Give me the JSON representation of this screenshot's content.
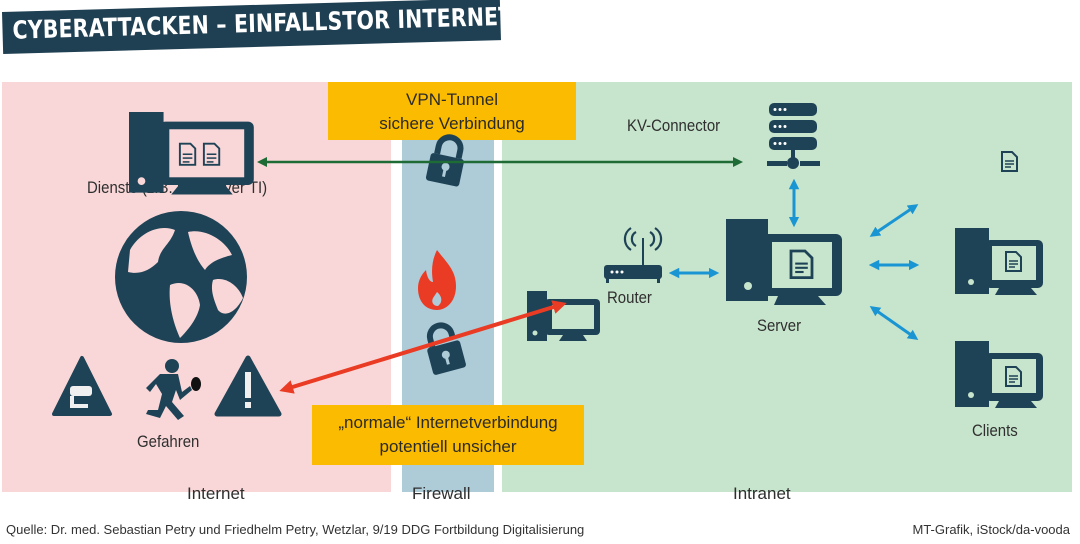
{
  "title": "CYBERATTACKEN – EINFALLSTOR INTERNET",
  "zones": {
    "internet": "Internet",
    "firewall": "Firewall",
    "intranet": "Intranet"
  },
  "callouts": {
    "vpn_line1": "VPN-Tunnel",
    "vpn_line2": "sichere Verbindung",
    "normal_line1": "„normale“ Internetverbindung",
    "normal_line2": "potentiell unsicher"
  },
  "labels": {
    "dienste": "Dienste (z.B. KV-Server TI)",
    "gefahren": "Gefahren",
    "kv_connector": "KV-Connector",
    "router": "Router",
    "server": "Server",
    "clients": "Clients"
  },
  "colors": {
    "icon_dark": "#1f4356",
    "secure_arrow": "#1e6b35",
    "insecure_arrow": "#ea3b24",
    "lan_arrow": "#1a95d3",
    "callout": "#fbbb00"
  },
  "footer": {
    "source": "Quelle: Dr. med. Sebastian Petry und Friedhelm Petry, Wetzlar, 9/19 DDG Fortbildung Digitalisierung",
    "credit": "MT-Grafik, iStock/da-vooda"
  }
}
